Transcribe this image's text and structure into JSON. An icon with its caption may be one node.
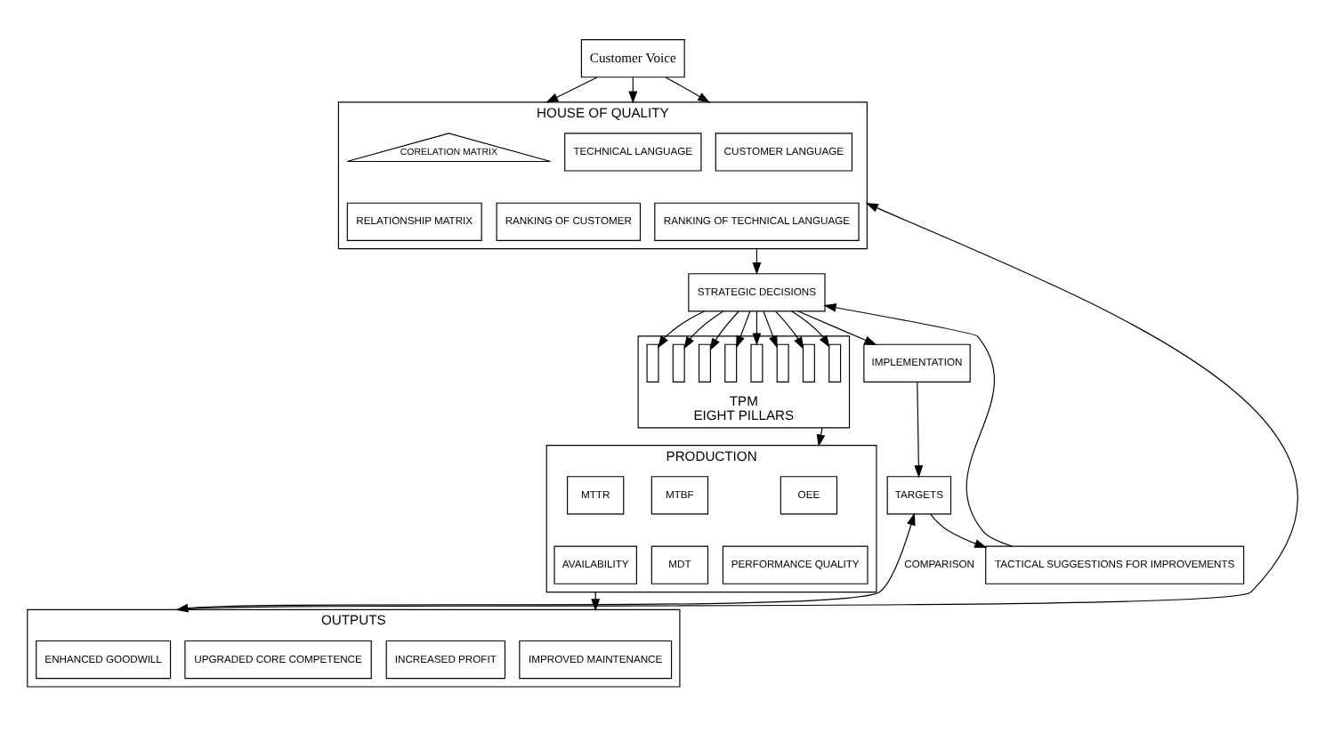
{
  "diagram": {
    "nodes": [
      {
        "text": [
          "Customer Voice"
        ]
      },
      {
        "text": [
          "HOUSE OF QUALITY"
        ]
      },
      {
        "text": [
          "CORELATION MATRIX"
        ],
        "in": 1
      },
      {
        "text": [
          "TECHNICAL LANGUAGE"
        ],
        "in": 1
      },
      {
        "text": [
          "CUSTOMER LANGUAGE"
        ],
        "in": 1
      },
      {
        "text": [
          "RELATIONSHIP MATRIX"
        ],
        "in": 1
      },
      {
        "text": [
          "RANKING OF CUSTOMER"
        ],
        "in": 1
      },
      {
        "text": [
          "RANKING OF TECHNICAL LANGUAGE"
        ],
        "in": 1
      },
      {
        "text": [
          "PRODUCTION"
        ]
      },
      {
        "text": [
          "OEE"
        ],
        "in": 8
      },
      {
        "text": [
          "MTBF"
        ],
        "in": 8
      },
      {
        "text": [
          "MTTR"
        ],
        "in": 8
      },
      {
        "text": [
          "PERFORMANCE QUALITY"
        ],
        "in": 8
      },
      {
        "text": [
          "MDT"
        ],
        "in": 8
      },
      {
        "text": [
          "AVAILABILITY"
        ],
        "in": 8
      },
      {
        "text": [
          "OUTPUTS"
        ]
      },
      {
        "text": [
          "IMPROVED MAINTENANCE"
        ],
        "in": 15
      },
      {
        "text": [
          "INCREASED PROFIT"
        ],
        "in": 15
      },
      {
        "text": [
          "UPGRADED CORE COMPETENCE"
        ],
        "in": 15
      },
      {
        "text": [
          "ENHANCED GOODWILL"
        ],
        "in": 15
      },
      {
        "text": [
          "TPM",
          "EIGHT PILLARS"
        ]
      },
      {
        "text": [],
        "shape": "bar",
        "in": 20
      },
      {
        "text": [],
        "shape": "bar",
        "in": 20
      },
      {
        "text": [],
        "shape": "bar",
        "in": 20
      },
      {
        "text": [],
        "shape": "bar",
        "in": 20
      },
      {
        "text": [],
        "shape": "bar",
        "in": 20
      },
      {
        "text": [],
        "shape": "bar",
        "in": 20
      },
      {
        "text": [],
        "shape": "bar",
        "in": 20
      },
      {
        "text": [],
        "shape": "bar",
        "in": 20
      },
      {
        "text": [
          "STRATEGIC DECISIONS"
        ]
      },
      {
        "text": [
          "IMPLEMENTATION"
        ]
      },
      {
        "text": [
          "TARGETS"
        ]
      },
      {
        "text": [
          "TACTICAL SUGGESTIONS FOR IMPROVEMENTS"
        ]
      }
    ],
    "edges": [
      {
        "from": 0,
        "to": 1,
        "arrow": "to"
      },
      {
        "from": 0,
        "to": 1,
        "arrow": "to"
      },
      {
        "from": 0,
        "to": 1,
        "arrow": "to"
      },
      {
        "from": 1,
        "to": 29,
        "arrow": "to"
      },
      {
        "from": 29,
        "to": 21,
        "arrow": "to"
      },
      {
        "from": 29,
        "to": 22,
        "arrow": "to"
      },
      {
        "from": 29,
        "to": 23,
        "arrow": "to"
      },
      {
        "from": 29,
        "to": 24,
        "arrow": "to"
      },
      {
        "from": 29,
        "to": 25,
        "arrow": "to"
      },
      {
        "from": 29,
        "to": 26,
        "arrow": "to"
      },
      {
        "from": 29,
        "to": 27,
        "arrow": "to"
      },
      {
        "from": 29,
        "to": 28,
        "arrow": "to"
      },
      {
        "from": 20,
        "to": 8,
        "arrow": "to"
      },
      {
        "from": 8,
        "to": 15,
        "arrow": "to"
      },
      {
        "from": 15,
        "to": 1,
        "arrow": "to"
      },
      {
        "from": 29,
        "to": 30,
        "arrow": "to"
      },
      {
        "from": 30,
        "to": 31,
        "arrow": "to"
      },
      {
        "from": 31,
        "to": 32,
        "arrow": "to"
      },
      {
        "from": 32,
        "to": 29,
        "arrow": "to"
      },
      {
        "from": 15,
        "to": 31,
        "arrow": "both",
        "label": "COMPARISON"
      }
    ]
  }
}
